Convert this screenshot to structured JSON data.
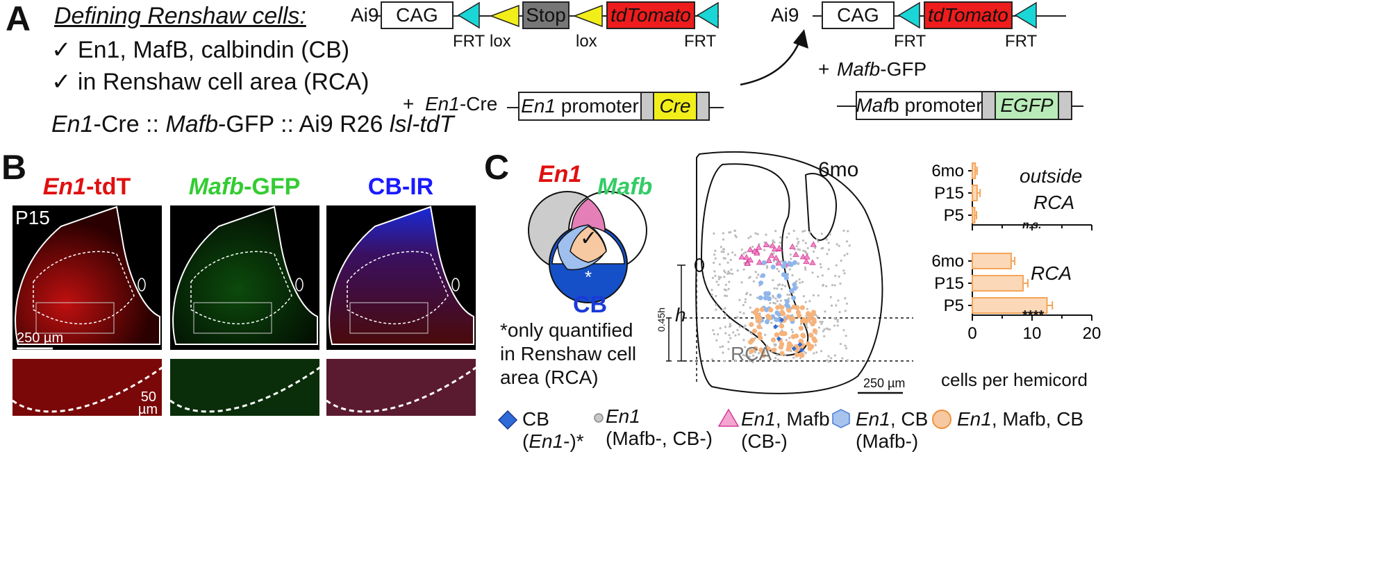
{
  "panel_a": {
    "label": "A",
    "heading": "Defining Renshaw cells:",
    "criteria": [
      "✓ En1, MafB, calbindin (CB)",
      "✓ in Renshaw cell area (RCA)"
    ],
    "genotype": {
      "en1": "En1",
      "cre_sep": "-Cre :: ",
      "mafb": "Mafb",
      "gfp_sep": "-GFP :: Ai9 R26 ",
      "lsl": "lsl-tdT"
    },
    "ai9_label": "Ai9",
    "cag": "CAG",
    "stop": "Stop",
    "tdtomato": "tdTomato",
    "frt": "FRT",
    "lox": "lox",
    "plus": "+",
    "en1cre_italic": "En1",
    "en1cre_rest": "-Cre",
    "en1_promoter_italic": "En1",
    "promoter_word": " promoter",
    "cre": "Cre",
    "mafbgfp_italic": "Mafb",
    "mafbgfp_rest": "-GFP",
    "mafb_promoter_italic": "Maf",
    "mafb_promoter_rest": "b promoter",
    "egfp": "EGFP",
    "colors": {
      "cyan": "#1ad6d6",
      "yellow": "#f2ee1a",
      "red": "#ee1c1c",
      "grey": "#777777",
      "green": "#b8ebb8"
    }
  },
  "panel_b": {
    "label": "B",
    "headers": [
      {
        "italic": "En1",
        "rest": "-tdT",
        "color": "#e01010"
      },
      {
        "italic": "Mafb",
        "rest": "-GFP",
        "color": "#33cc33"
      },
      {
        "italic": "",
        "rest": "CB-IR",
        "color": "#1a1aff"
      }
    ],
    "age": "P15",
    "scale_large": "250 µm",
    "scale_small_1": "50",
    "scale_small_2": "µm"
  },
  "panel_c": {
    "label": "C",
    "venn": {
      "en1": "En1",
      "mafb": "Mafb",
      "cb": "CB",
      "check": "✓",
      "star": "*"
    },
    "footnote": [
      "*only quantified",
      "in Renshaw cell",
      "area (RCA)"
    ],
    "cord": {
      "age": "6mo",
      "rca": "RCA",
      "h": "h",
      "h045": "0.45h",
      "scale": "250 µm"
    },
    "legend": [
      {
        "icon": "blue-diamond-icon",
        "line1": "CB",
        "line2_it": "En1",
        "line2_rest": "-)*",
        "line2_pre": "("
      },
      {
        "icon": "grey-circle-icon",
        "line1_it": "En1",
        "line2": "(Mafb-, CB-)"
      },
      {
        "icon": "pink-triangle-icon",
        "line1_it": "En1",
        "line1_rest": ", Mafb",
        "line2": "(CB-)"
      },
      {
        "icon": "blue-hexagon-icon",
        "line1_it": "En1",
        "line1_rest": ", CB",
        "line2": "(Mafb-)"
      },
      {
        "icon": "orange-circle-icon",
        "line1_it": "En1",
        "line1_rest": ", Mafb, CB"
      }
    ]
  },
  "chart_data": [
    {
      "type": "bar",
      "orientation": "horizontal",
      "title": "outside RCA",
      "categories": [
        "6mo",
        "P15",
        "P5"
      ],
      "values": [
        0.5,
        0.8,
        0.4
      ],
      "errors": [
        0.3,
        0.5,
        0.3
      ],
      "annotation": "n.s.",
      "xlim": [
        0,
        20
      ],
      "color": "#f5a45a"
    },
    {
      "type": "bar",
      "orientation": "horizontal",
      "title": "RCA",
      "categories": [
        "6mo",
        "P15",
        "P5"
      ],
      "values": [
        6.5,
        8.5,
        12.5
      ],
      "errors": [
        0.6,
        0.8,
        0.9
      ],
      "annotation": "****",
      "xlim": [
        0,
        20
      ],
      "xticks": [
        "0",
        "10",
        "20"
      ],
      "xlabel": "cells per hemicord",
      "color": "#f5a45a"
    }
  ]
}
